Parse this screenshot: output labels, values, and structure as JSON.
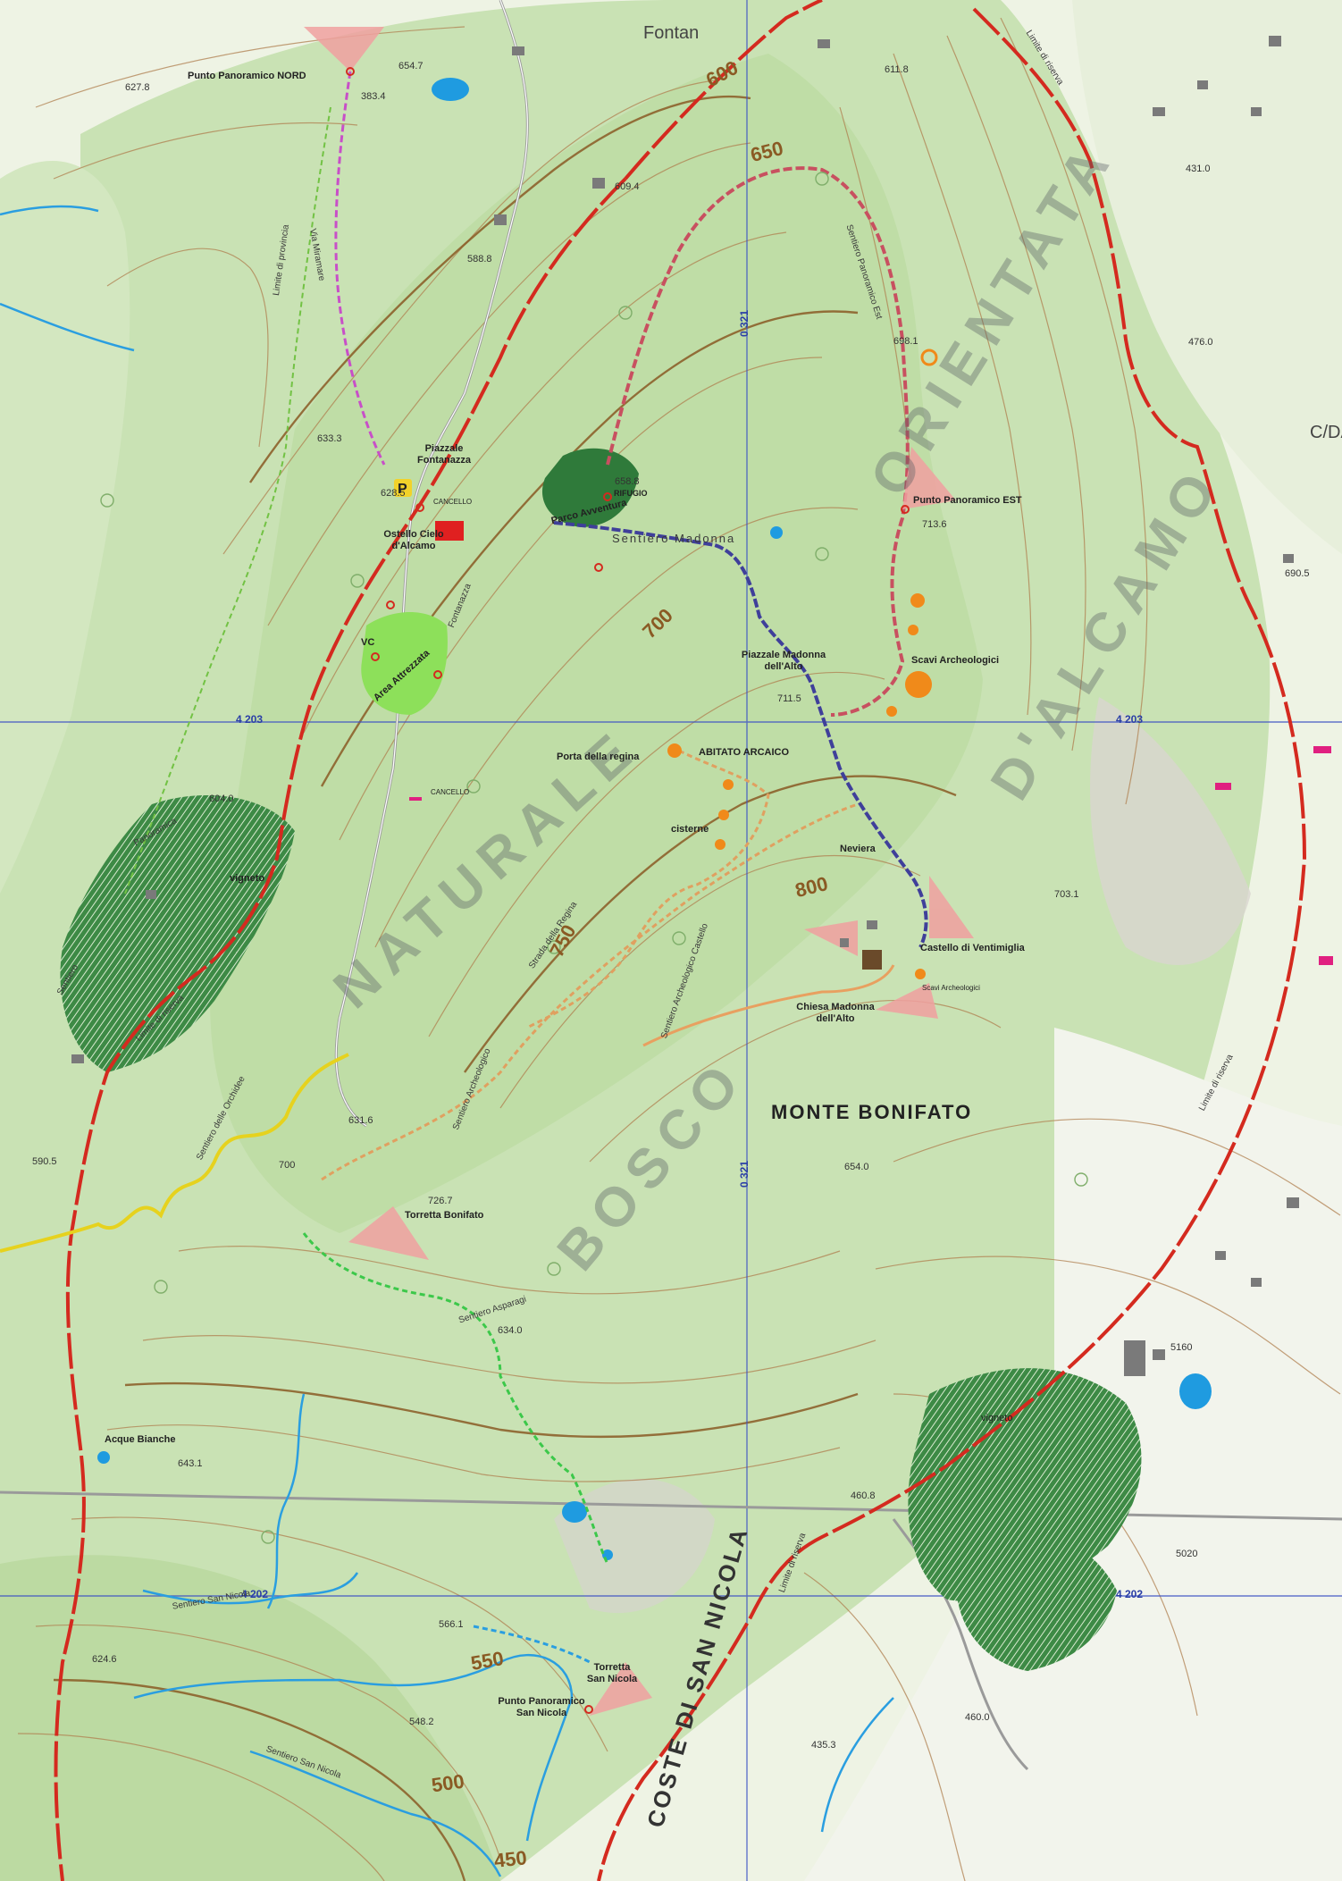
{
  "map": {
    "area_name": [
      "NATURALE",
      "ORIENTATA",
      "BOSCO",
      "D'ALCAMO"
    ],
    "summit": "MONTE BONIFATO",
    "slope": "COSTE DI SAN NICOLA",
    "edge_labels": {
      "fontana": "Fontan",
      "cda": "C/DA"
    },
    "grid_labels": {
      "e_top": "0 321",
      "e_bottom": "0 321",
      "n1_left": "4 203",
      "n1_right": "4 203",
      "n2_left": "4 202",
      "n2_right": "4 202"
    },
    "contours": {
      "c450": "450",
      "c500": "500",
      "c550": "550",
      "c600": "600",
      "c650": "650",
      "c700": "700",
      "c750": "750",
      "c800": "800"
    },
    "places": {
      "pano_nord": "Punto Panoramico NORD",
      "piazzale_fontanazza": "Piazzale Fontanazza",
      "ostello": "Ostello Cielo d'Alcamo",
      "parco_avventura": "Parco Avventura",
      "rifugio": "RIFUGIO",
      "pano_est": "Punto Panoramico EST",
      "area_attrezzata": "Area Attrezzata",
      "vc": "VC",
      "piazzale_madonna": "Piazzale Madonna dell'Alto",
      "scavi": "Scavi Archeologici",
      "porta_regina": "Porta della regina",
      "abitato": "ABITATO ARCAICO",
      "cisterne": "cisterne",
      "neviera": "Neviera",
      "castello": "Castello di Ventimiglia",
      "chiesa": "Chiesa Madonna dell'Alto",
      "scavi_small": "Scavi Archeologici",
      "torretta_bonifato": "Torretta Bonifato",
      "acque_bianche": "Acque Bianche",
      "torretta_sn": "Torretta San Nicola",
      "pano_sn": "Punto Panoramico San Nicola",
      "vigneto1": "vigneto",
      "vigneto2": "vigneto",
      "cancello1": "CANCELLO",
      "cancello2": "CANCELLO"
    },
    "trails": {
      "sentiero_madonna": "Sentiero Madonna",
      "sentiero_panoramico_est": "Sentiero Panoramico Est",
      "sentiero_archeologico": "Sentiero Archeologico",
      "sentiero_orchidee": "Sentiero delle Orchidee",
      "sentiero_asparagi": "Sentiero Asparagi",
      "sentiero_san_nicola": "Sentiero San Nicola",
      "sentiero_san_nicola2": "Sentiero San Nicola",
      "strada_regina": "Strada della Regina",
      "sentiero_castello": "Sentiero Archeologico Castello",
      "limite_riserva1": "Limite di riserva",
      "limite_riserva2": "Limite di riserva",
      "limite_riserva3": "Limite di riserva",
      "limite_riserva4": "Limite di riserva",
      "limite_provinciale": "Limite di provincia",
      "fontanazza": "Fontanazza",
      "via_miramare": "Via Miramare",
      "panoramica": "Panoramica",
      "sentiero_vigneto": "Sentiero"
    },
    "elevations": {
      "e1": "654.7",
      "e2": "383.4",
      "e3": "627.8",
      "e4": "611.8",
      "e5": "609.4",
      "e6": "588.8",
      "e7": "633.3",
      "e8": "628.5",
      "e9": "658.8",
      "e10": "713.6",
      "e11": "690.5",
      "e12": "711.5",
      "e13": "604.0",
      "e14": "703.1",
      "e15": "631.6",
      "e16": "700",
      "e17": "726.7",
      "e18": "654.0",
      "e19": "634.0",
      "e20": "643.1",
      "e21": "590.5",
      "e22": "566.1",
      "e23": "548.2",
      "e24": "624.6",
      "e25": "460.8",
      "e26": "460.0",
      "e27": "435.3",
      "e28": "5160",
      "e29": "5020",
      "e30": "431.0",
      "e31": "476.0",
      "e32": "698.1"
    },
    "colors": {
      "background": "#e4ecd6",
      "woodland": "#c7e0b0",
      "reserve_boundary": "#d42a1f",
      "contour": "#8a5a24",
      "grid": "#2b3fa6",
      "water": "#2a9ee0",
      "vineyard": "#2f7a3a",
      "trail_madonna": "#3f3f9a",
      "trail_est": "#c85060",
      "trail_orchidee": "#e6d21e",
      "trail_asparagi": "#3cc84a",
      "trail_archeo": "#e0a060",
      "trail_nord": "#c84fc8"
    },
    "icons": [
      "parking-icon",
      "hostel-icon",
      "castle-icon",
      "viewpoint-icon",
      "lake-icon",
      "poi-circle-icon",
      "tree-symbol-icon"
    ]
  }
}
